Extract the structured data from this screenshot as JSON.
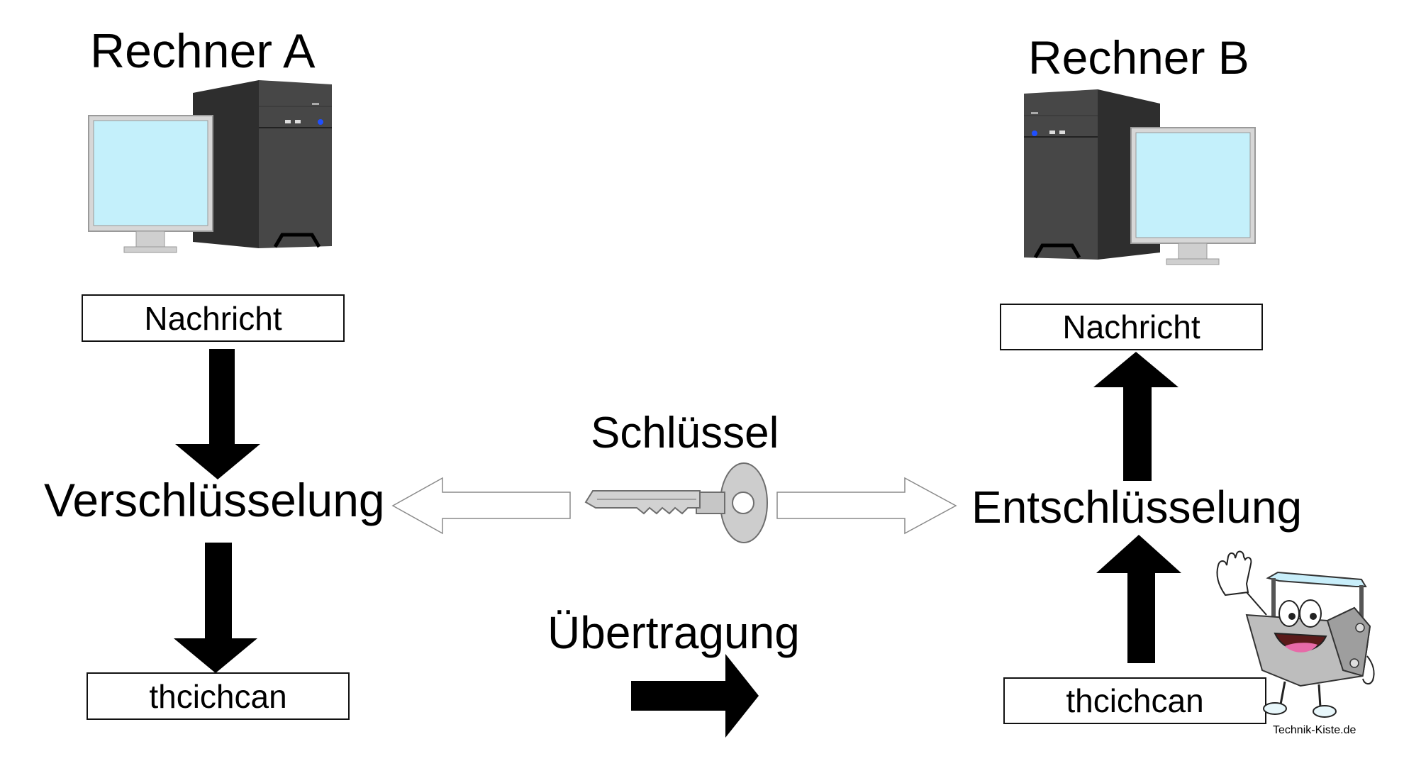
{
  "computer_a": {
    "title": "Rechner A",
    "message_label": "Nachricht",
    "process_label": "Verschlüsselung",
    "cipher_label": "thcichcan"
  },
  "computer_b": {
    "title": "Rechner B",
    "message_label": "Nachricht",
    "process_label": "Entschlüsselung",
    "cipher_label": "thcichcan"
  },
  "key": {
    "label": "Schlüssel"
  },
  "transfer": {
    "label": "Übertragung"
  },
  "mascot": {
    "watermark": "Technik-Kiste.de"
  },
  "colors": {
    "screen": "#c4f0fb",
    "monitor_frame": "#d9d9d9",
    "tower": "#3a3a3a",
    "key": "#cfcfcf",
    "arrow": "#000000",
    "outline_arrow": "#ffffff"
  }
}
